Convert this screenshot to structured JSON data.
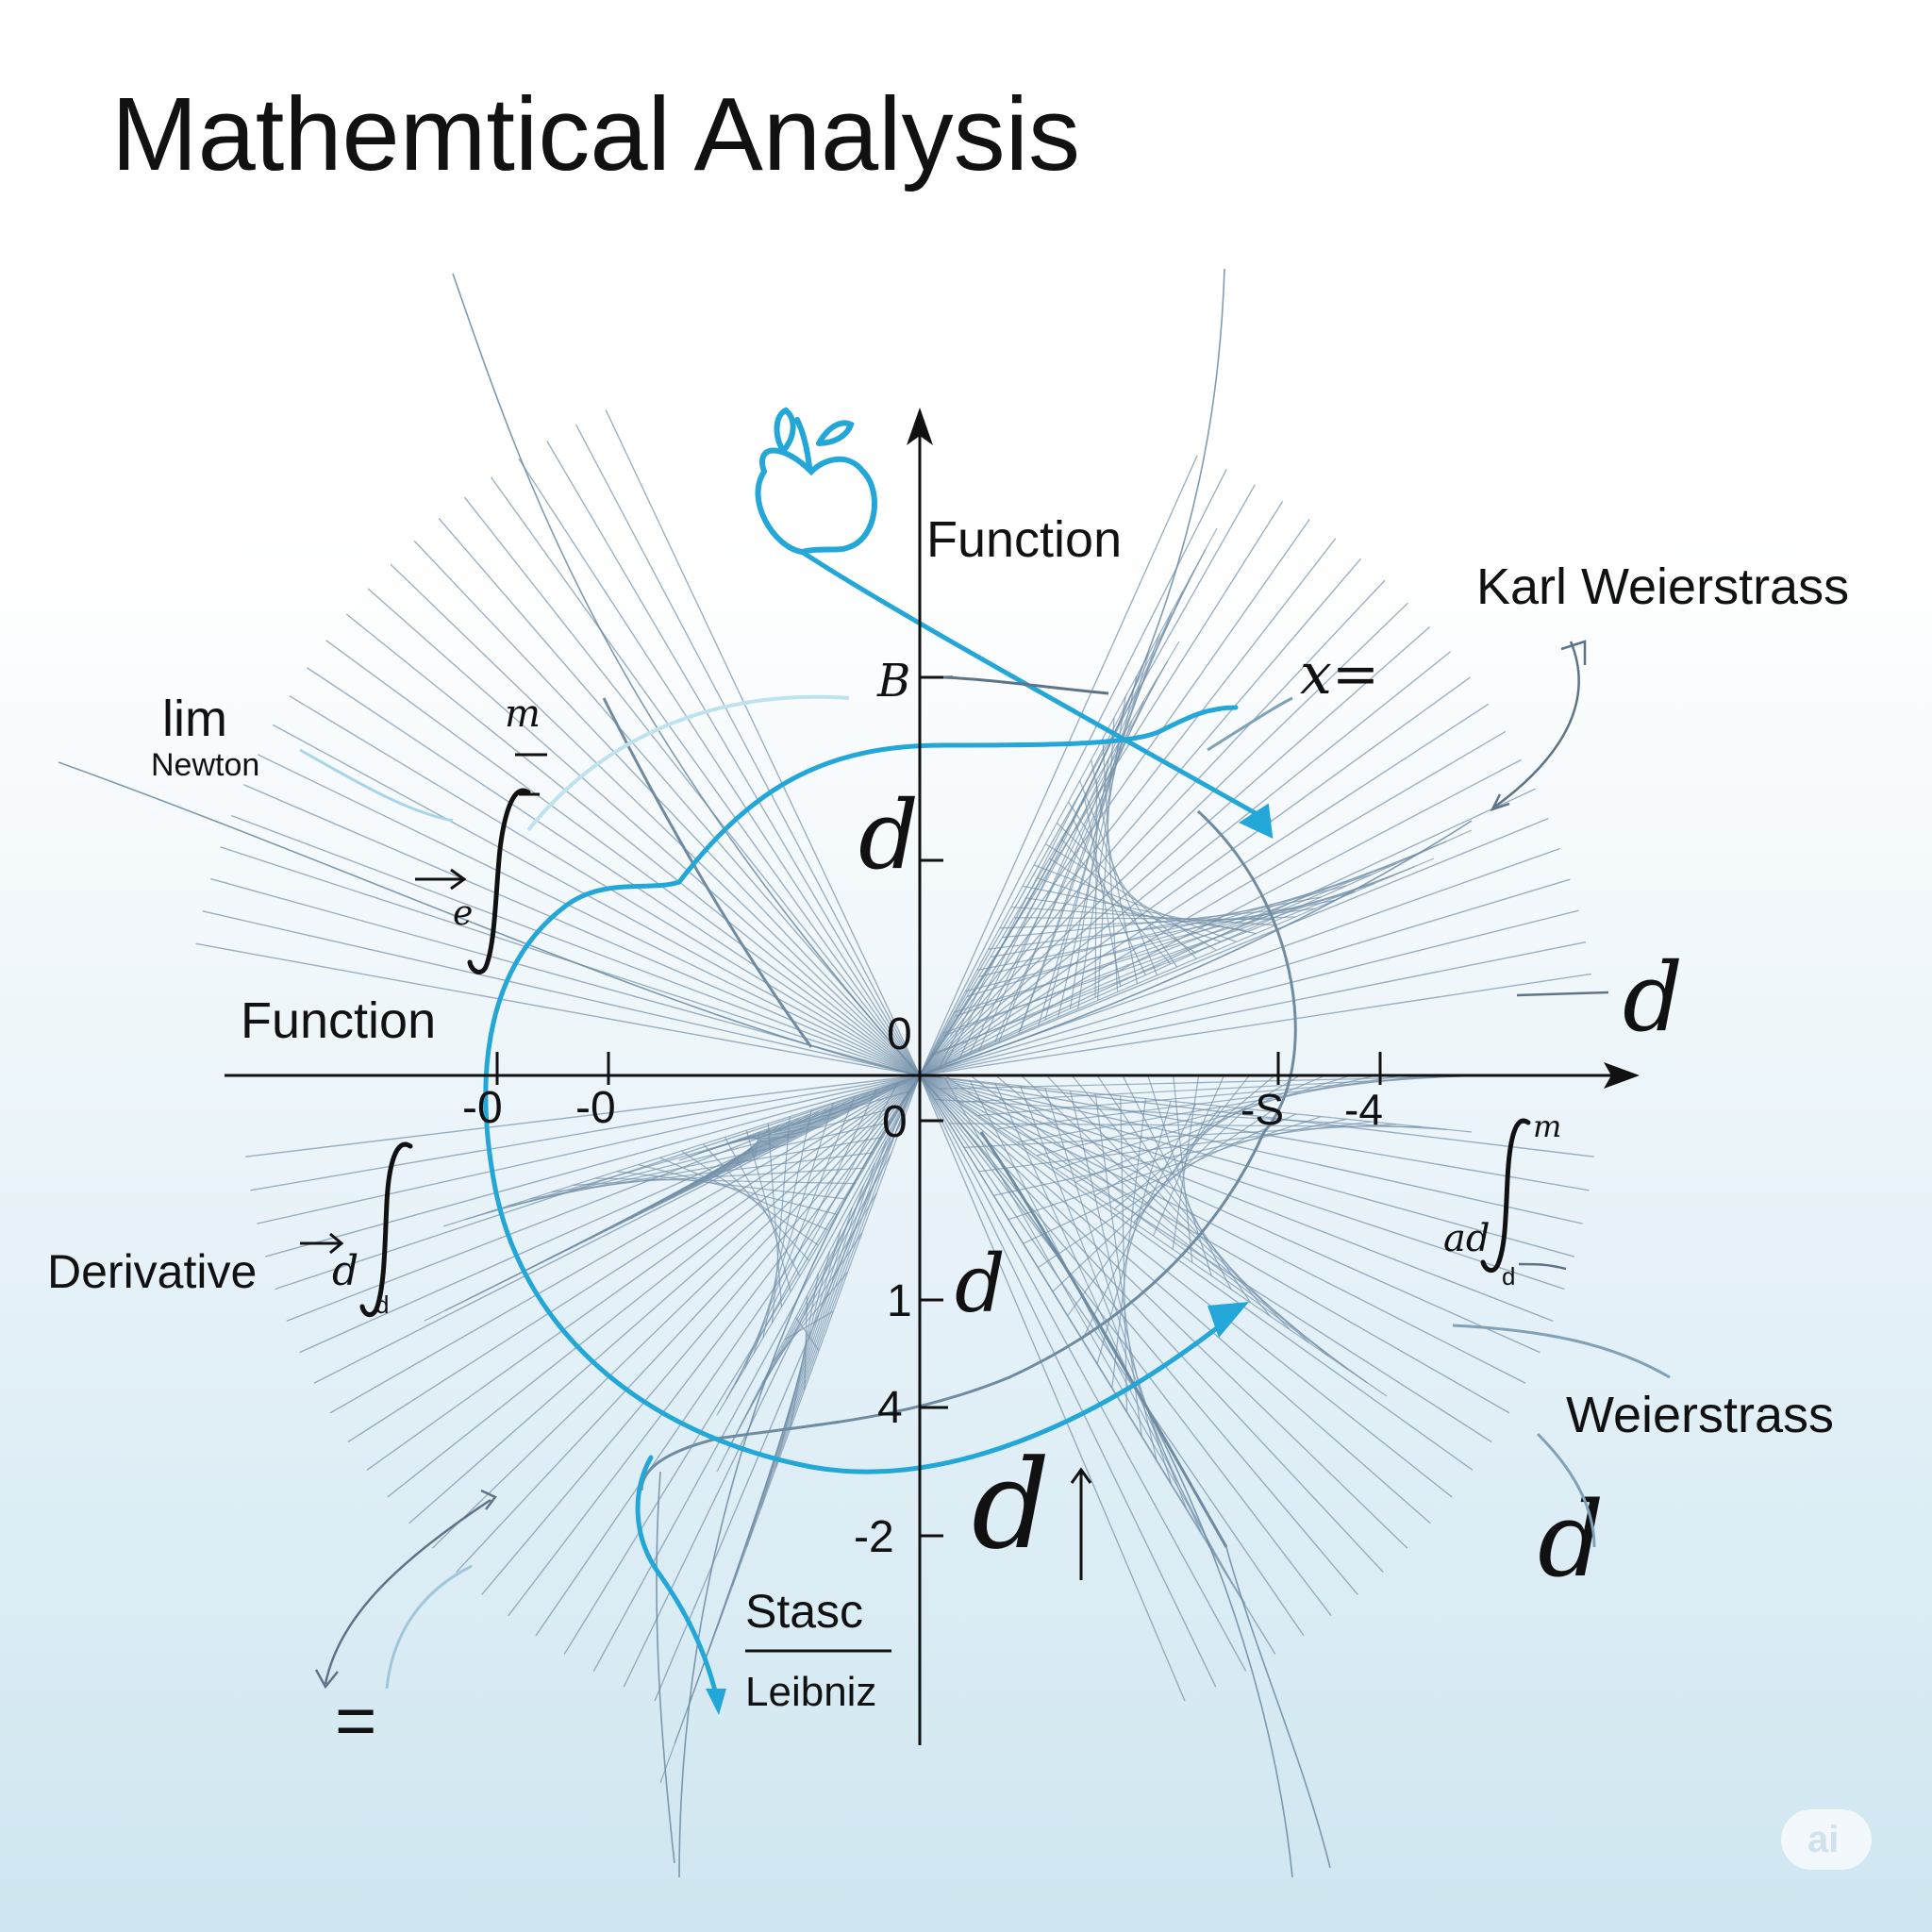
{
  "title": "Mathemtical Analysis",
  "labels": {
    "function_top": "Function",
    "function_left": "Function",
    "karl_weierstrass": "Karl Weierstrass",
    "weierstrass": "Weierstrass",
    "lim": "lim",
    "newton": "Newton",
    "derivative": "Derivative",
    "stasc": "Stasc",
    "leibniz": "Leibniz",
    "x_equals": "x=",
    "equals_sign": "=",
    "m_top_left": "m",
    "m_top_right": "m",
    "b_label": "B",
    "d_upper": "d",
    "d_right": "d",
    "d_mid": "d",
    "d_bottom": "d",
    "d_bottom_right": "d",
    "d_small_deriv": "d",
    "d_sub_deriv": "d",
    "d_sub_right": "d",
    "ad_right": "ad",
    "e_small": "e"
  },
  "ticks": {
    "x": [
      "-0",
      "-0",
      "-S",
      "-4"
    ],
    "origin_top": "0",
    "origin_bottom": "0",
    "y_neg": [
      "1",
      "4",
      "-2"
    ]
  },
  "badge": "ai",
  "colors": {
    "accent_blue": "#22a7d8",
    "thread_gray": "#6a8aa3",
    "ink": "#111111"
  },
  "icons": [
    "apple-icon",
    "integral-icon",
    "arrow-icon"
  ]
}
